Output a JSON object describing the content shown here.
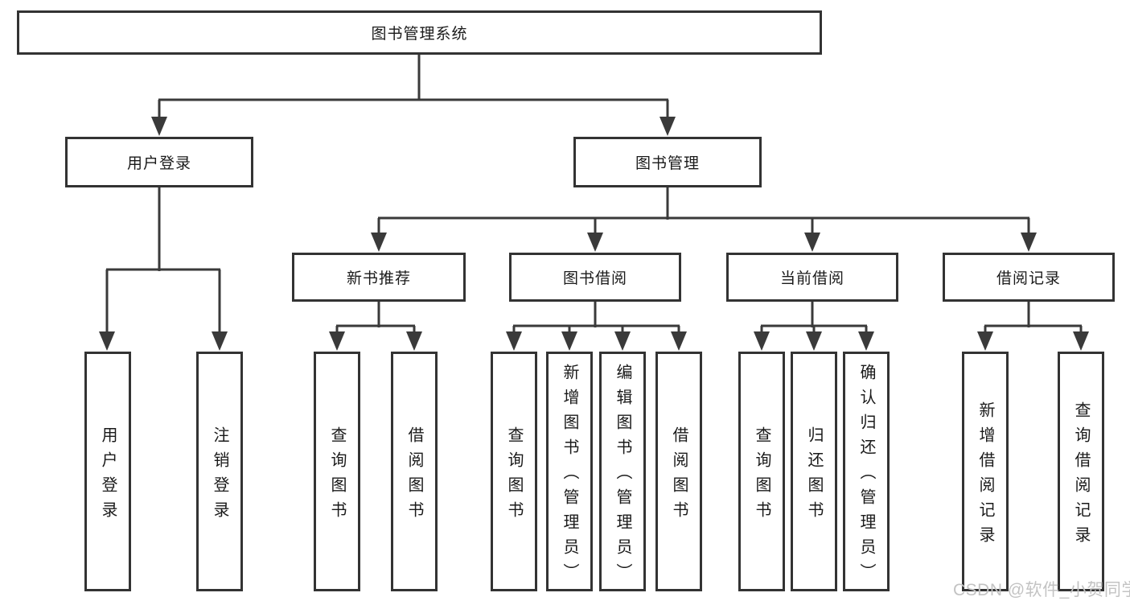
{
  "colors": {
    "line": "#3a3a3a",
    "box_border": "#333333",
    "box_fill": "#ffffff",
    "text": "#1a1a1a",
    "watermark": "#c3c3c3"
  },
  "watermark": "CSDN @软件_小贺同学",
  "nodes": {
    "root": "图书管理系统",
    "level2": [
      "用户登录",
      "图书管理"
    ],
    "level3": [
      "新书推荐",
      "图书借阅",
      "当前借阅",
      "借阅记录"
    ],
    "group1": [
      "用户登录",
      "注销登录"
    ],
    "group2": [
      "查询图书",
      "借阅图书"
    ],
    "group3": [
      "查询图书",
      "新增图书（管理员）",
      "编辑图书（管理员）",
      "借阅图书"
    ],
    "group4": [
      "查询图书",
      "归还图书",
      "确认归还（管理员）"
    ],
    "group5": [
      "新增借阅记录",
      "查询借阅记录"
    ]
  }
}
